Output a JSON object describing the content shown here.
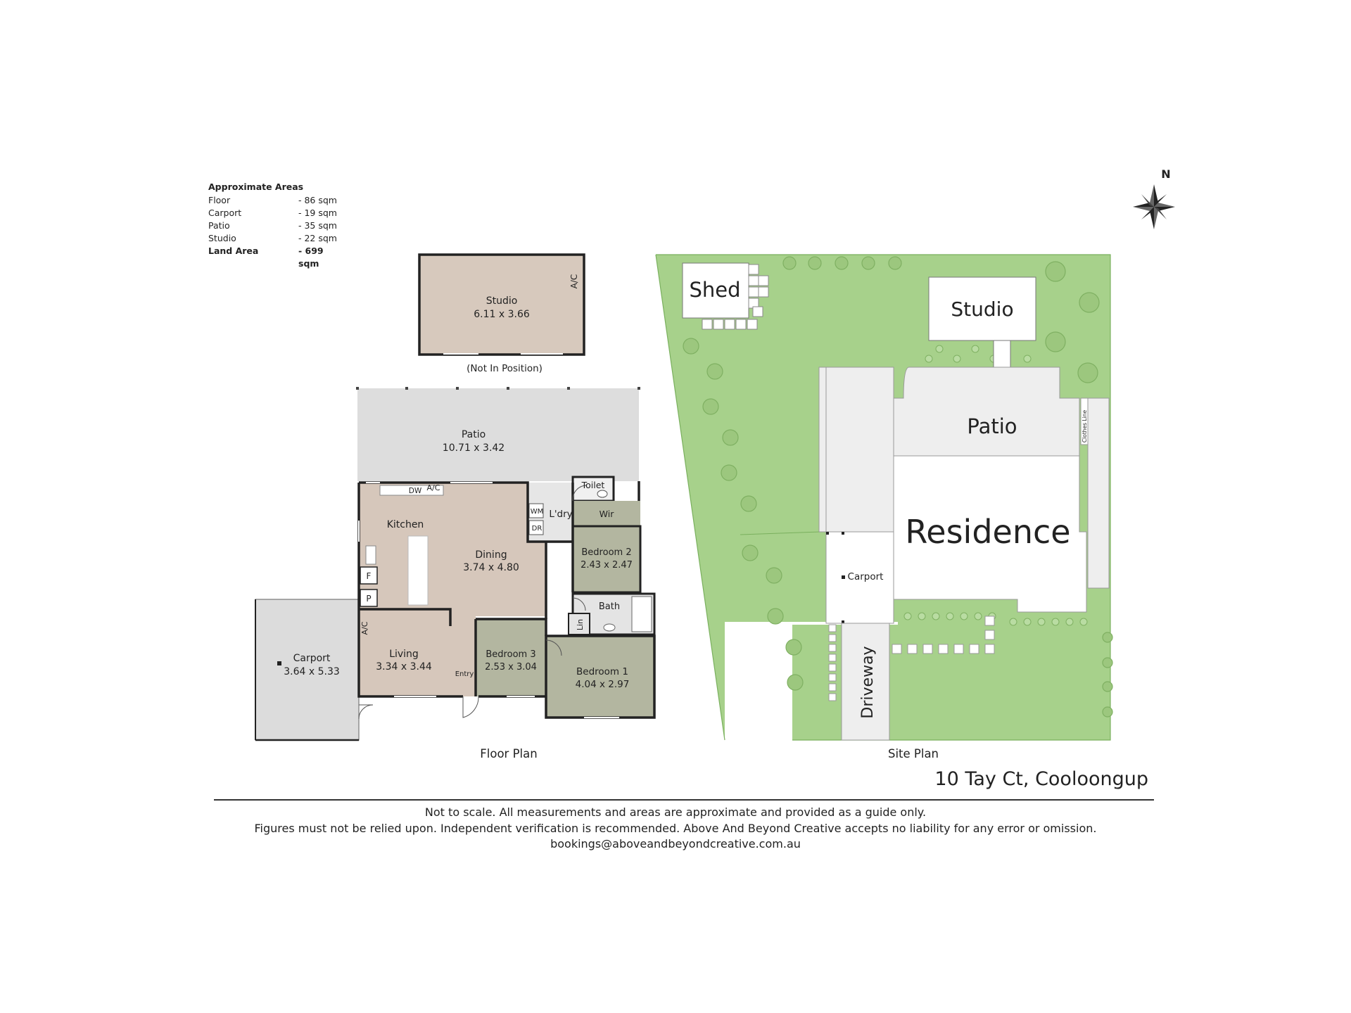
{
  "areas": {
    "heading": "Approximate Areas",
    "rows": [
      {
        "label": "Floor",
        "value": "- 86 sqm"
      },
      {
        "label": "Carport",
        "value": "- 19 sqm"
      },
      {
        "label": "Patio",
        "value": "- 35 sqm"
      },
      {
        "label": "Studio",
        "value": "- 22 sqm"
      },
      {
        "label": "Land Area",
        "value": "- 699 sqm"
      }
    ]
  },
  "compass": {
    "label": "N"
  },
  "floor_plan": {
    "caption": "Floor Plan",
    "studio": {
      "name": "Studio",
      "dims": "6.11 x 3.66",
      "ac": "A/C",
      "note": "(Not In Position)"
    },
    "patio": {
      "name": "Patio",
      "dims": "10.71 x 3.42"
    },
    "kitchen": {
      "name": "Kitchen",
      "dw": "DW",
      "ac": "A/C",
      "fridge": "F",
      "pantry": "P"
    },
    "dining": {
      "name": "Dining",
      "dims": "3.74 x 4.80"
    },
    "living": {
      "name": "Living",
      "dims": "3.34 x 3.44",
      "ac": "A/C",
      "entry": "Entry"
    },
    "laundry": {
      "name": "L'dry",
      "wm": "WM",
      "dr": "DR"
    },
    "toilet": {
      "name": "Toilet"
    },
    "wir": {
      "name": "Wir"
    },
    "bedroom2": {
      "name": "Bedroom 2",
      "dims": "2.43 x 2.47"
    },
    "bath": {
      "name": "Bath"
    },
    "linen": {
      "name": "Lin"
    },
    "bedroom3": {
      "name": "Bedroom 3",
      "dims": "2.53 x 3.04"
    },
    "bedroom1": {
      "name": "Bedroom 1",
      "dims": "4.04 x 2.97"
    },
    "carport": {
      "name": "Carport",
      "dims": "3.64 x 5.33"
    }
  },
  "site_plan": {
    "caption": "Site Plan",
    "shed": "Shed",
    "studio": "Studio",
    "patio": "Patio",
    "residence": "Residence",
    "carport": "Carport",
    "driveway": "Driveway",
    "clothes_line": "Clothes Line"
  },
  "address": "10 Tay Ct, Cooloongup",
  "disclaimer": [
    "Not to scale. All measurements and areas are approximate and provided as a guide only.",
    "Figures must not be relied upon. Independent verification is recommended. Above And Beyond Creative accepts no liability for any error or omission.",
    "bookings@aboveandbeyondcreative.com.au"
  ],
  "colors": {
    "lawn": "#a7d18b",
    "studio_floor": "#d7c9bd",
    "kitchen_dining": "#d6c7bb",
    "bedroom": "#b3b6a0",
    "patio": "#dddddd",
    "carport": "#dcdcdc",
    "wall": "#222222",
    "site_building": "#eeeeee"
  }
}
